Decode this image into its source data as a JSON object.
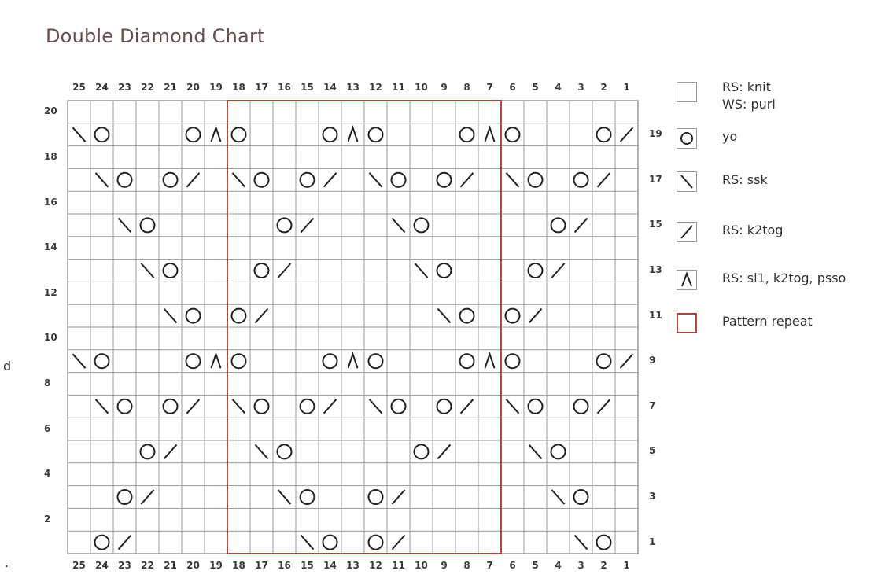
{
  "title": "Double Diamond Chart",
  "colors": {
    "grid": "#9a9a9a",
    "repeat": "#b0473b",
    "symbol": "#222222",
    "title": "#6b4f4c"
  },
  "grid": {
    "columns": 25,
    "rows": 20
  },
  "column_numbers": [
    "25",
    "24",
    "23",
    "22",
    "21",
    "20",
    "19",
    "18",
    "17",
    "16",
    "15",
    "14",
    "13",
    "12",
    "11",
    "10",
    "9",
    "8",
    "7",
    "6",
    "5",
    "4",
    "3",
    "2",
    "1"
  ],
  "left_row_numbers": [
    "20",
    "18",
    "16",
    "14",
    "12",
    "10",
    "8",
    "6",
    "4",
    "2"
  ],
  "right_row_numbers": [
    "19",
    "17",
    "15",
    "13",
    "11",
    "9",
    "7",
    "5",
    "3",
    "1"
  ],
  "pattern_repeat": {
    "from_col": 18,
    "to_col": 7
  },
  "rows": {
    "19": [
      [
        25,
        "ssk"
      ],
      [
        24,
        "yo"
      ],
      [
        20,
        "yo"
      ],
      [
        19,
        "sk2p"
      ],
      [
        18,
        "yo"
      ],
      [
        14,
        "yo"
      ],
      [
        13,
        "sk2p"
      ],
      [
        12,
        "yo"
      ],
      [
        8,
        "yo"
      ],
      [
        7,
        "sk2p"
      ],
      [
        6,
        "yo"
      ],
      [
        2,
        "yo"
      ],
      [
        1,
        "k2tog"
      ]
    ],
    "17": [
      [
        24,
        "ssk"
      ],
      [
        23,
        "yo"
      ],
      [
        21,
        "yo"
      ],
      [
        20,
        "k2tog"
      ],
      [
        18,
        "ssk"
      ],
      [
        17,
        "yo"
      ],
      [
        15,
        "yo"
      ],
      [
        14,
        "k2tog"
      ],
      [
        12,
        "ssk"
      ],
      [
        11,
        "yo"
      ],
      [
        9,
        "yo"
      ],
      [
        8,
        "k2tog"
      ],
      [
        6,
        "ssk"
      ],
      [
        5,
        "yo"
      ],
      [
        3,
        "yo"
      ],
      [
        2,
        "k2tog"
      ]
    ],
    "15": [
      [
        23,
        "ssk"
      ],
      [
        22,
        "yo"
      ],
      [
        16,
        "yo"
      ],
      [
        15,
        "k2tog"
      ],
      [
        11,
        "ssk"
      ],
      [
        10,
        "yo"
      ],
      [
        4,
        "yo"
      ],
      [
        3,
        "k2tog"
      ]
    ],
    "13": [
      [
        22,
        "ssk"
      ],
      [
        21,
        "yo"
      ],
      [
        17,
        "yo"
      ],
      [
        16,
        "k2tog"
      ],
      [
        10,
        "ssk"
      ],
      [
        9,
        "yo"
      ],
      [
        5,
        "yo"
      ],
      [
        4,
        "k2tog"
      ]
    ],
    "11": [
      [
        21,
        "ssk"
      ],
      [
        20,
        "yo"
      ],
      [
        18,
        "yo"
      ],
      [
        17,
        "k2tog"
      ],
      [
        9,
        "ssk"
      ],
      [
        8,
        "yo"
      ],
      [
        6,
        "yo"
      ],
      [
        5,
        "k2tog"
      ]
    ],
    "9": [
      [
        25,
        "ssk"
      ],
      [
        24,
        "yo"
      ],
      [
        20,
        "yo"
      ],
      [
        19,
        "sk2p"
      ],
      [
        18,
        "yo"
      ],
      [
        14,
        "yo"
      ],
      [
        13,
        "sk2p"
      ],
      [
        12,
        "yo"
      ],
      [
        8,
        "yo"
      ],
      [
        7,
        "sk2p"
      ],
      [
        6,
        "yo"
      ],
      [
        2,
        "yo"
      ],
      [
        1,
        "k2tog"
      ]
    ],
    "7": [
      [
        24,
        "ssk"
      ],
      [
        23,
        "yo"
      ],
      [
        21,
        "yo"
      ],
      [
        20,
        "k2tog"
      ],
      [
        18,
        "ssk"
      ],
      [
        17,
        "yo"
      ],
      [
        15,
        "yo"
      ],
      [
        14,
        "k2tog"
      ],
      [
        12,
        "ssk"
      ],
      [
        11,
        "yo"
      ],
      [
        9,
        "yo"
      ],
      [
        8,
        "k2tog"
      ],
      [
        6,
        "ssk"
      ],
      [
        5,
        "yo"
      ],
      [
        3,
        "yo"
      ],
      [
        2,
        "k2tog"
      ]
    ],
    "5": [
      [
        22,
        "yo"
      ],
      [
        21,
        "k2tog"
      ],
      [
        17,
        "ssk"
      ],
      [
        16,
        "yo"
      ],
      [
        10,
        "yo"
      ],
      [
        9,
        "k2tog"
      ],
      [
        5,
        "ssk"
      ],
      [
        4,
        "yo"
      ]
    ],
    "3": [
      [
        23,
        "yo"
      ],
      [
        22,
        "k2tog"
      ],
      [
        16,
        "ssk"
      ],
      [
        15,
        "yo"
      ],
      [
        12,
        "yo"
      ],
      [
        11,
        "k2tog"
      ],
      [
        4,
        "ssk"
      ],
      [
        3,
        "yo"
      ]
    ],
    "1": [
      [
        24,
        "yo"
      ],
      [
        23,
        "k2tog"
      ],
      [
        15,
        "ssk"
      ],
      [
        14,
        "yo"
      ],
      [
        12,
        "yo"
      ],
      [
        11,
        "k2tog"
      ],
      [
        3,
        "ssk"
      ],
      [
        2,
        "yo"
      ]
    ]
  },
  "legend": [
    {
      "symbol": "knit",
      "lines": [
        "RS: knit",
        "WS: purl"
      ]
    },
    {
      "symbol": "yo",
      "lines": [
        "yo"
      ]
    },
    {
      "symbol": "ssk",
      "lines": [
        "RS: ssk"
      ]
    },
    {
      "symbol": "k2tog",
      "lines": [
        "RS: k2tog"
      ]
    },
    {
      "symbol": "sk2p",
      "lines": [
        "RS: sl1, k2tog, psso"
      ]
    },
    {
      "symbol": "repeat",
      "lines": [
        "Pattern repeat"
      ]
    }
  ],
  "stray_marks": [
    "d",
    "."
  ]
}
